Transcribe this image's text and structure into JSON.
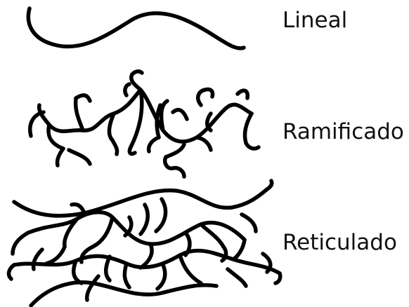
{
  "stroke_color": "#000000",
  "label_color": "#111111",
  "structures": [
    {
      "label": "Lineal"
    },
    {
      "label": "Ramificado"
    },
    {
      "label": "Reticulado"
    }
  ]
}
